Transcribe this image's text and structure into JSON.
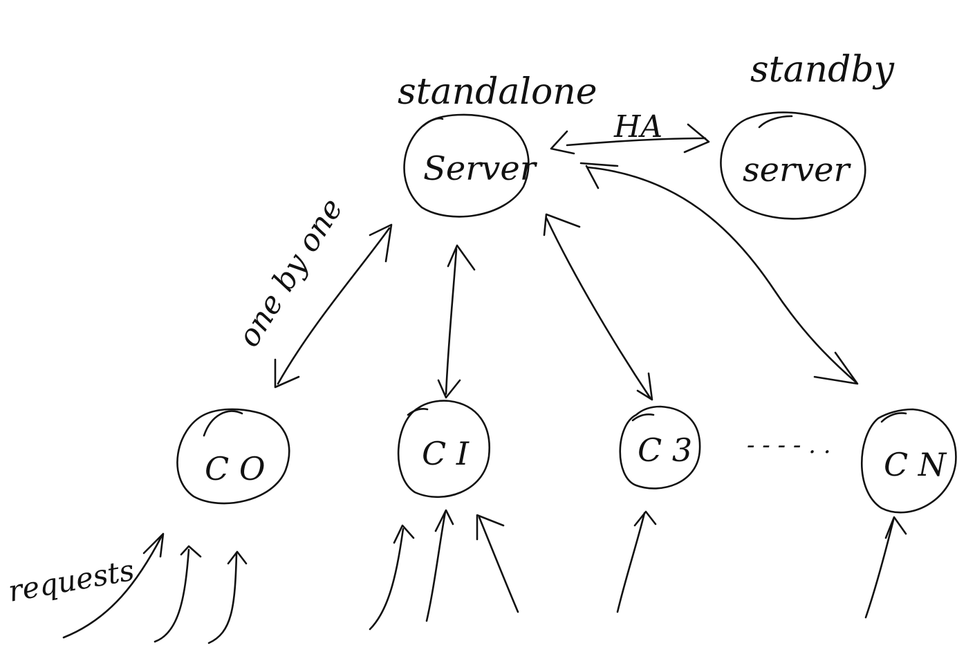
{
  "title_left": "standalone",
  "title_right": "standby",
  "server_main": "Server",
  "server_standby": "server",
  "ha_label": "HA",
  "edge_label": "one by one",
  "clients": {
    "c0": "C O",
    "c1": "C I",
    "c3": "C 3",
    "cn": "C N"
  },
  "ellipsis": "- - - - . .",
  "requests_label": "requests",
  "ink_color": "#111111"
}
